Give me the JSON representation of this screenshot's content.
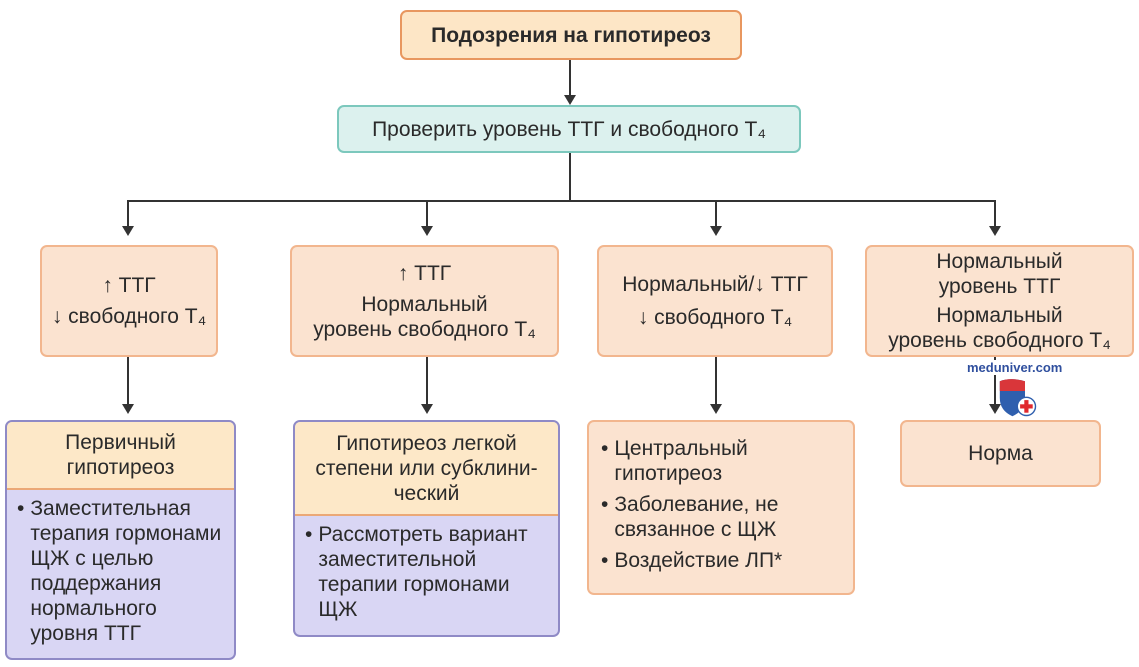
{
  "top": "Подозрения на гипотиреоз",
  "check": "Проверить уровень ТТГ и свободного Т₄",
  "results": [
    {
      "lines": [
        "↑ ТТГ",
        "↓ свободного Т₄"
      ]
    },
    {
      "lines": [
        "↑ ТТГ",
        "Нормальный",
        "уровень свободного Т₄"
      ]
    },
    {
      "lines": [
        "Нормальный/↓ ТТГ",
        "↓ свободного Т₄"
      ]
    },
    {
      "lines": [
        "Нормальный",
        "уровень ТТГ",
        "Нормальный",
        "уровень свободного Т₄"
      ]
    }
  ],
  "outcomes": [
    {
      "title": [
        "Первичный",
        "гипотиреоз"
      ],
      "bullets": [
        "Заместительная терапия гормонами ЩЖ с целью поддержания нормального уровня ТТГ"
      ]
    },
    {
      "title": [
        "Гипотиреоз легкой",
        "степени или субклини-",
        "ческий"
      ],
      "bullets": [
        "Рассмотреть вариант заместительной терапии гормонами ЩЖ"
      ]
    },
    {
      "bullets": [
        "Центральный гипотиреоз",
        "Заболевание, не связанное с ЩЖ",
        "Воздействие ЛП*"
      ]
    },
    {
      "title": [
        "Норма"
      ]
    }
  ],
  "watermark": "meduniver.com",
  "bullet_char": "•"
}
